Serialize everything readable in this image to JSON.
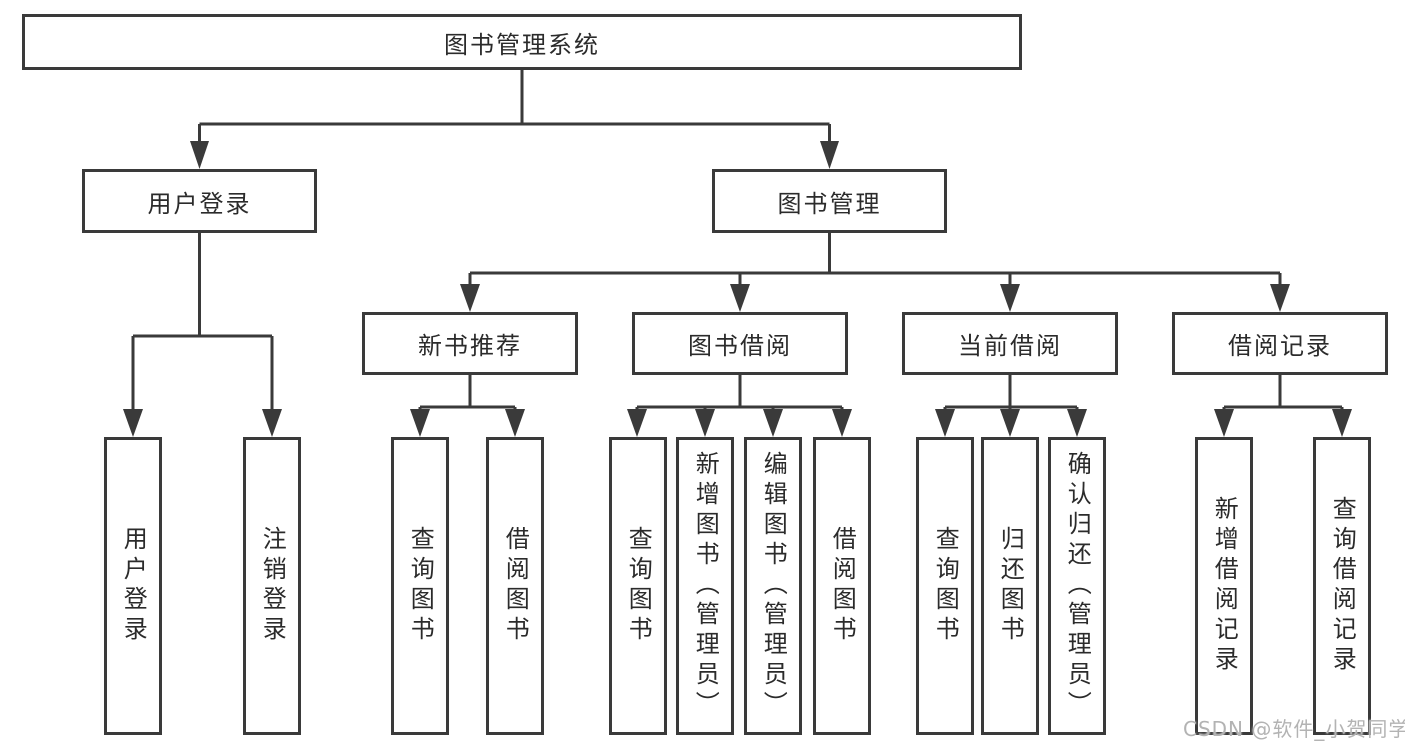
{
  "diagram_title": "图书管理系统",
  "tree": {
    "root": "图书管理系统",
    "branches": [
      {
        "label": "用户登录",
        "children": [
          "用户登录",
          "注销登录"
        ]
      },
      {
        "label": "图书管理",
        "groups": [
          {
            "label": "新书推荐",
            "children": [
              "查询图书",
              "借阅图书"
            ]
          },
          {
            "label": "图书借阅",
            "children": [
              "查询图书",
              "新增图书（管理员）",
              "编辑图书（管理员）",
              "借阅图书"
            ]
          },
          {
            "label": "当前借阅",
            "children": [
              "查询图书",
              "归还图书",
              "确认归还（管理员）"
            ]
          },
          {
            "label": "借阅记录",
            "children": [
              "新增借阅记录",
              "查询借阅记录"
            ]
          }
        ]
      }
    ]
  },
  "watermark": {
    "text": "CSDN @软件_小贺同学"
  },
  "colors": {
    "background": "#ffffff",
    "line": "#3a3a3a",
    "box_border": "#3a3a3a",
    "text": "#2b2b2b",
    "watermark": "#b3b3b3"
  }
}
